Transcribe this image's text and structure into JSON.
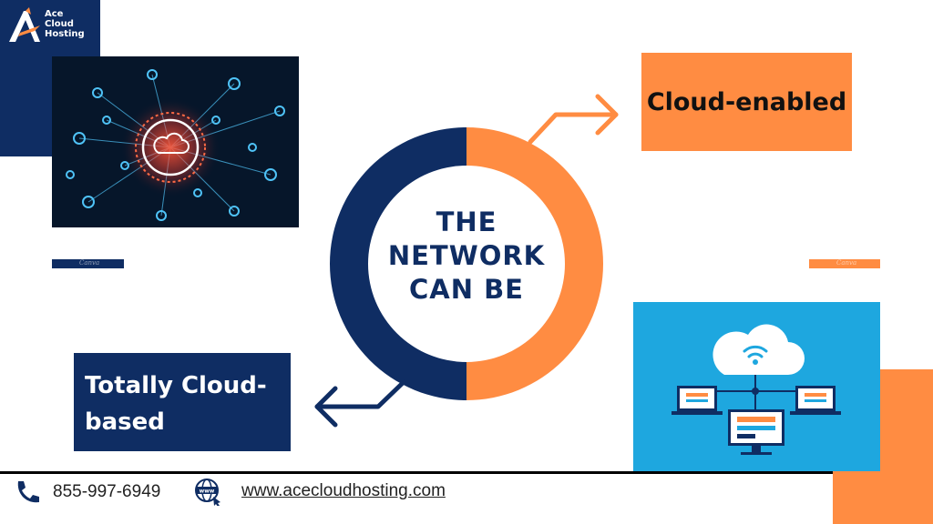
{
  "logo": {
    "name": "Ace Cloud Hosting",
    "line1": "Ace",
    "line2": "Cloud",
    "line3": "Hosting"
  },
  "center": {
    "line1": "THE",
    "line2": "NETWORK",
    "line3": "CAN BE"
  },
  "callouts": {
    "right": "Cloud-enabled",
    "left": "Totally Cloud-based"
  },
  "watermarks": {
    "left": "Canva",
    "right": "Canva"
  },
  "footer": {
    "phone": "855-997-6949",
    "website": "www.acecloudhosting.com"
  },
  "colors": {
    "navy": "#0f2d63",
    "orange": "#ff8c42",
    "sky": "#1ea7df"
  },
  "icons": {
    "phone": "phone-icon",
    "globe": "globe-www-icon",
    "cloud": "cloud-icon"
  }
}
